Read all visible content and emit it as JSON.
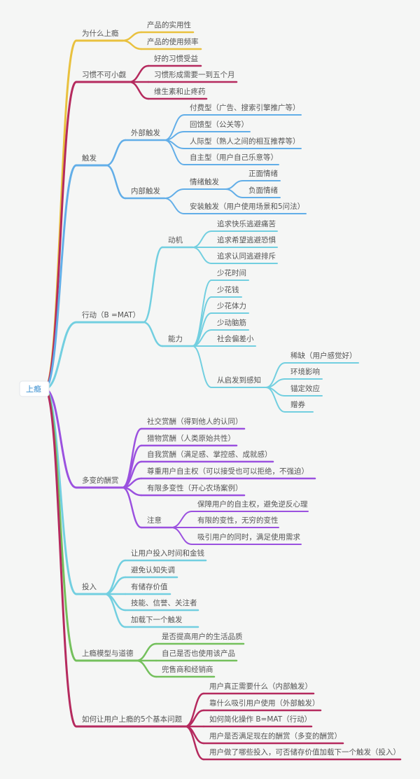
{
  "root": {
    "label": "上瘾",
    "children": [
      {
        "label": "为什么上瘾",
        "color": "#e9c13e",
        "children": [
          {
            "label": "产品的实用性"
          },
          {
            "label": "产品的使用频率"
          }
        ]
      },
      {
        "label": "习惯不可小觑",
        "color": "#b52a5e",
        "children": [
          {
            "label": "好的习惯受益"
          },
          {
            "label": "习惯形成需要一到五个月"
          },
          {
            "label": "维生素和止疼药"
          }
        ]
      },
      {
        "label": "触发",
        "color": "#62aee8",
        "children": [
          {
            "label": "外部触发",
            "children": [
              {
                "label": "付费型（广告、搜索引擎推广等）"
              },
              {
                "label": "回馈型（公关等）"
              },
              {
                "label": "人际型（熟人之间的相互推荐等）"
              },
              {
                "label": "自主型（用户自己乐意等）"
              }
            ]
          },
          {
            "label": "内部触发",
            "children": [
              {
                "label": "情绪触发",
                "children": [
                  {
                    "label": "正面情绪"
                  },
                  {
                    "label": "负面情绪"
                  }
                ]
              },
              {
                "label": "安装触发（用户使用场景和5问法）"
              }
            ]
          }
        ]
      },
      {
        "label": "行动（B =MAT）",
        "color": "#72cfe0",
        "children": [
          {
            "label": "动机",
            "children": [
              {
                "label": "追求快乐逃避痛苦"
              },
              {
                "label": "追求希望逃避恐惧"
              },
              {
                "label": "追求认同逃避排斥"
              }
            ]
          },
          {
            "label": "能力",
            "children": [
              {
                "label": "少花时间"
              },
              {
                "label": "少花钱"
              },
              {
                "label": "少花体力"
              },
              {
                "label": "少动脑筋"
              },
              {
                "label": "社会偏差小"
              },
              {
                "label": "从启发到感知",
                "children": [
                  {
                    "label": "稀缺（用户感觉好）"
                  },
                  {
                    "label": "环境影响"
                  },
                  {
                    "label": "锚定效应"
                  },
                  {
                    "label": "赠券"
                  }
                ]
              }
            ]
          }
        ]
      },
      {
        "label": "多变的酬赏",
        "color": "#9b51df",
        "children": [
          {
            "label": "社交赏酬（得到他人的认同）"
          },
          {
            "label": "猎物赏酬（人类原始共性）"
          },
          {
            "label": "自我赏酬（满足感、掌控感、成就感）"
          },
          {
            "label": "尊重用户自主权（可以接受也可以拒绝，不强迫）"
          },
          {
            "label": "有限多变性（开心农场案例）"
          },
          {
            "label": "注意",
            "children": [
              {
                "label": "保障用户的自主权，避免逆反心理"
              },
              {
                "label": "有限的变性，无穷的变性"
              },
              {
                "label": "吸引用户的同时，满足使用需求"
              }
            ]
          }
        ]
      },
      {
        "label": "投入",
        "color": "#72cfe0",
        "children": [
          {
            "label": "让用户投入时间和金钱"
          },
          {
            "label": "避免认知失调"
          },
          {
            "label": "有储存价值"
          },
          {
            "label": "技能、信誉、关注者"
          },
          {
            "label": "加载下一个触发"
          }
        ]
      },
      {
        "label": "上瘾模型与道德",
        "color": "#74c05c",
        "children": [
          {
            "label": "是否提高用户的生活品质"
          },
          {
            "label": "自己是否也使用该产品"
          },
          {
            "label": "兜售商和经销商"
          }
        ]
      },
      {
        "label": "如何让用户上瘾的5个基本问题",
        "color": "#b52a5e",
        "children": [
          {
            "label": "用户真正需要什么（内部触发）"
          },
          {
            "label": "靠什么吸引用户使用（外部触发）"
          },
          {
            "label": "如何简化操作 B=MAT（行动）"
          },
          {
            "label": "用户是否满足现在的酬赏（多变的酬赏）"
          },
          {
            "label": "用户做了哪些投入，可否储存价值加载下一个触发（投入）"
          }
        ]
      }
    ]
  }
}
